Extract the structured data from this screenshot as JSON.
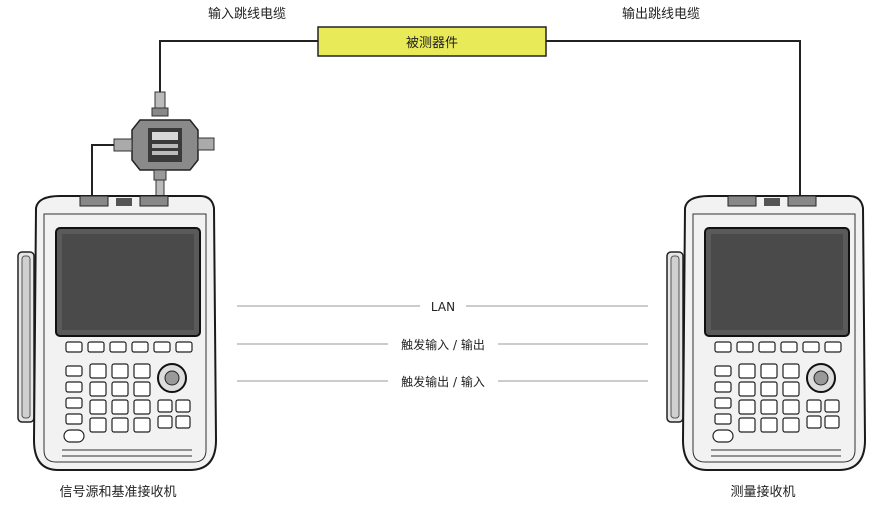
{
  "labels": {
    "input_cable": "输入跳线电缆",
    "output_cable": "输出跳线电缆",
    "dut": "被测器件",
    "left_device": "信号源和基准接收机",
    "right_device": "测量接收机"
  },
  "connections": [
    {
      "label": "LAN"
    },
    {
      "label": "触发输入 / 输出"
    },
    {
      "label": "触发输出 / 输入"
    }
  ],
  "colors": {
    "dut_fill": "#e9ea58",
    "line": "#222222",
    "connector_line": "#999999",
    "device_body": "#f2f2f2",
    "device_outline": "#1a1a1a",
    "screen": "#4a4a4a"
  }
}
